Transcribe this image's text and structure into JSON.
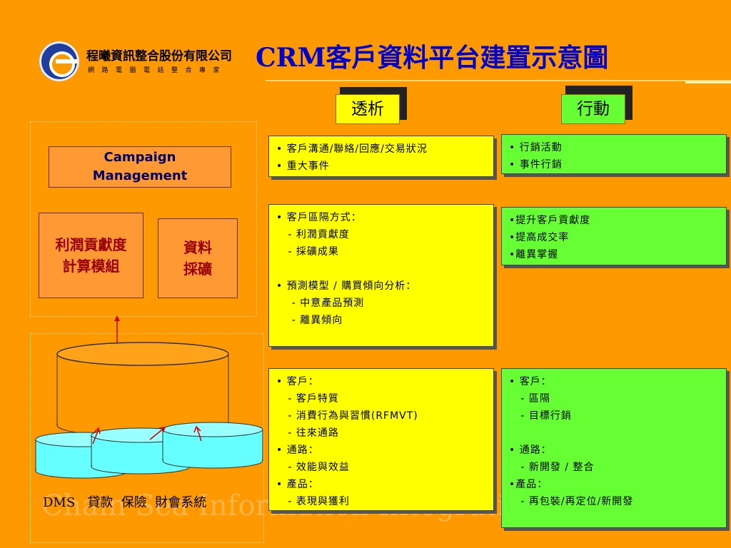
{
  "header": {
    "company_name": "程曦資訊整合股份有限公司",
    "company_tagline": "網路電腦電話整合專家",
    "title": "CRM客戶資料平台建置示意圖"
  },
  "columns": {
    "left_header": "透析",
    "right_header": "行動"
  },
  "rows": [
    {
      "analysis": [
        "• 客戶溝通/聯絡/回應/交易狀況",
        "• 重大事件"
      ],
      "action": [
        "• 行銷活動",
        "• 事件行銷"
      ]
    },
    {
      "analysis": [
        "• 客戶區隔方式：",
        "   - 利潤貢獻度",
        "   - 採礦成果",
        "",
        "• 預測模型 / 購買傾向分析：",
        "    - 中意產品預測",
        "    - 離異傾向"
      ],
      "action": [
        "•提升客戶貢獻度",
        "•提高成交率",
        "•離異掌握"
      ]
    },
    {
      "analysis": [
        "• 客戶：",
        "   - 客戶特質",
        "   - 消費行為與習慣(RFMVT)",
        "   - 往來通路",
        "• 通路：",
        "   - 效能與效益",
        "• 產品：",
        "   - 表現與獲利"
      ],
      "action": [
        "• 客戶：",
        "   - 區隔",
        "   - 目標行銷",
        "",
        "• 通路：",
        "   - 新開發 / 整合",
        "•產品：",
        "   - 再包裝/再定位/新開發"
      ]
    }
  ],
  "left_panel": {
    "campaign": [
      "Campaign",
      "Management"
    ],
    "module1": [
      "利潤貢獻度",
      "計算模組"
    ],
    "module2": [
      "資料",
      "採礦"
    ]
  },
  "database": {
    "sources_label": "DMS   貸款  保險  財會系統"
  },
  "watermark": "Chain Sea Information Integration",
  "colors": {
    "background": "#FF9900",
    "analysis_box": "#FFFF00",
    "action_box": "#66FF33",
    "title": "#0000CC",
    "module_text": "#990000",
    "db_main": "#FF9900",
    "db_sources": "#66FFFF",
    "arrow": "#CC0000"
  }
}
